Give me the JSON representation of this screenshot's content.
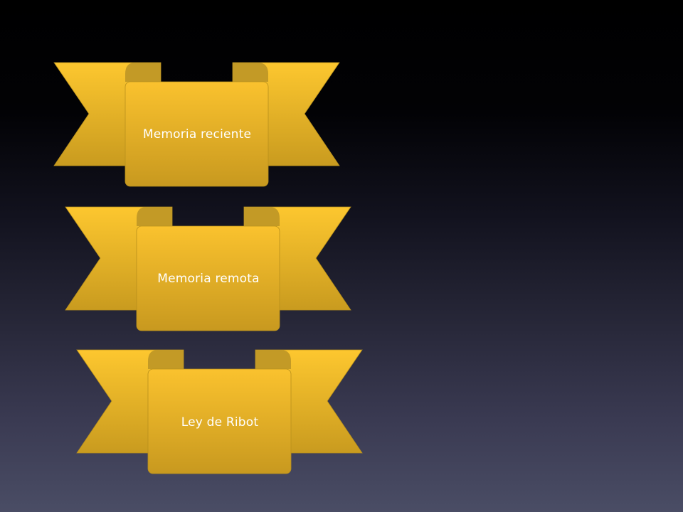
{
  "diagram": {
    "colors": {
      "ribbon_light": "#fdc72f",
      "ribbon_dark": "#c99b1f",
      "fold_shade": "#c39a26",
      "label_text": "#ffffff"
    },
    "items": [
      {
        "label": "Memoria reciente"
      },
      {
        "label": "Memoria remota"
      },
      {
        "label": "Ley de Ribot"
      }
    ]
  }
}
